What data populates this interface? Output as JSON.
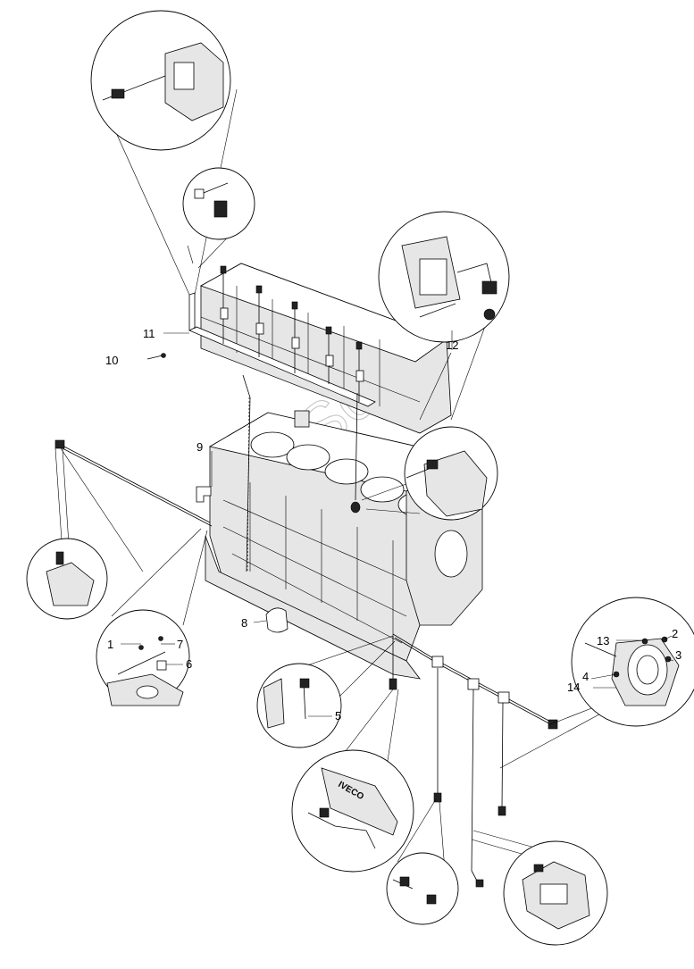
{
  "watermark": "AutoSoft",
  "callouts": [
    {
      "id": "c1",
      "text": "1"
    },
    {
      "id": "c2",
      "text": "2"
    },
    {
      "id": "c3",
      "text": "3"
    },
    {
      "id": "c4",
      "text": "4"
    },
    {
      "id": "c5",
      "text": "5"
    },
    {
      "id": "c6",
      "text": "6"
    },
    {
      "id": "c7",
      "text": "7"
    },
    {
      "id": "c8",
      "text": "8"
    },
    {
      "id": "c9",
      "text": "9"
    },
    {
      "id": "c10",
      "text": "10"
    },
    {
      "id": "c11",
      "text": "11"
    },
    {
      "id": "c12",
      "text": "12"
    },
    {
      "id": "c13",
      "text": "13"
    },
    {
      "id": "c14",
      "text": "14"
    }
  ],
  "detail_label": "IVECO"
}
